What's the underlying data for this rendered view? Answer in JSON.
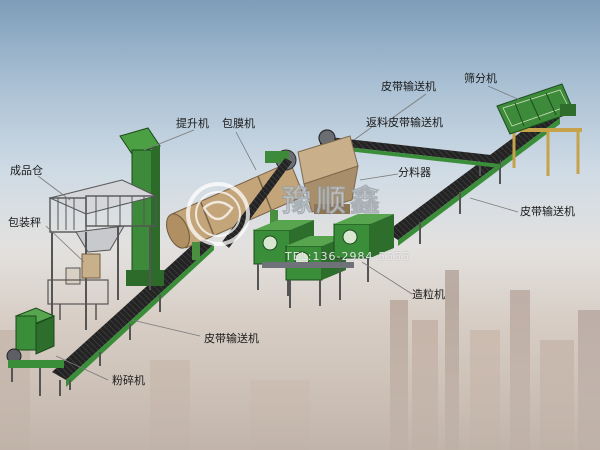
{
  "labels": {
    "belt_conveyor_top": "皮带输送机",
    "screener": "筛分机",
    "return_belt_conveyor": "返料皮带输送机",
    "elevator": "提升机",
    "coating_machine": "包膜机",
    "finished_bin": "成品仓",
    "distributor": "分料器",
    "packing_scale": "包装秤",
    "belt_conveyor_right": "皮带输送机",
    "granulator": "造粒机",
    "belt_conveyor_bottom": "皮带输送机",
    "crusher": "粉碎机"
  },
  "watermark": {
    "brand": "豫顺鑫",
    "tel": "TEL:136-2984-5555"
  },
  "colors": {
    "machine_green": "#3d8a3a",
    "belt_black": "#1f1f1f",
    "frame_gray": "#6f7278",
    "hopper_tan": "#b8a07e"
  }
}
